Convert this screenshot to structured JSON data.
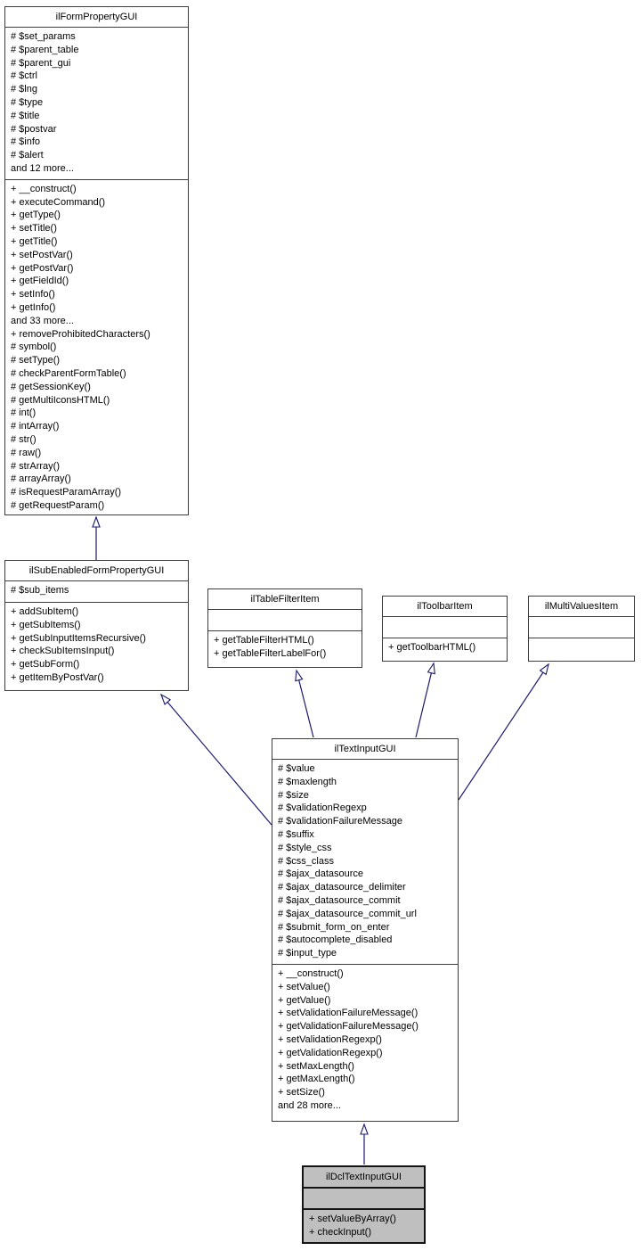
{
  "diagram": {
    "type": "uml-class-inheritance",
    "colors": {
      "edge": "#191970",
      "box_fill": "#ffffff",
      "box_border": "#3c3c3c",
      "highlighted_fill": "#bfbfbf",
      "text": "#000000"
    },
    "classes": [
      {
        "name": "ilFormPropertyGUI",
        "highlighted": false,
        "attributes": [
          "# $set_params",
          "# $parent_table",
          "# $parent_gui",
          "# $ctrl",
          "# $lng",
          "# $type",
          "# $title",
          "# $postvar",
          "# $info",
          "# $alert",
          "and 12 more..."
        ],
        "methods": [
          "+ __construct()",
          "+ executeCommand()",
          "+ getType()",
          "+ setTitle()",
          "+ getTitle()",
          "+ setPostVar()",
          "+ getPostVar()",
          "+ getFieldId()",
          "+ setInfo()",
          "+ getInfo()",
          "and 33 more...",
          "+ removeProhibitedCharacters()",
          "# symbol()",
          "# setType()",
          "# checkParentFormTable()",
          "# getSessionKey()",
          "# getMultiIconsHTML()",
          "# int()",
          "# intArray()",
          "# str()",
          "# raw()",
          "# strArray()",
          "# arrayArray()",
          "# isRequestParamArray()",
          "# getRequestParam()"
        ]
      },
      {
        "name": "ilSubEnabledFormPropertyGUI",
        "highlighted": false,
        "attributes": [
          "# $sub_items"
        ],
        "methods": [
          "+ addSubItem()",
          "+ getSubItems()",
          "+ getSubInputItemsRecursive()",
          "+ checkSubItemsInput()",
          "+ getSubForm()",
          "+ getItemByPostVar()"
        ]
      },
      {
        "name": "ilTableFilterItem",
        "highlighted": false,
        "attributes": [],
        "methods": [
          "+ getTableFilterHTML()",
          "+ getTableFilterLabelFor()"
        ]
      },
      {
        "name": "ilToolbarItem",
        "highlighted": false,
        "attributes": [],
        "methods": [
          "+ getToolbarHTML()"
        ]
      },
      {
        "name": "ilMultiValuesItem",
        "highlighted": false,
        "attributes": [],
        "methods": []
      },
      {
        "name": "ilTextInputGUI",
        "highlighted": false,
        "attributes": [
          "# $value",
          "# $maxlength",
          "# $size",
          "# $validationRegexp",
          "# $validationFailureMessage",
          "# $suffix",
          "# $style_css",
          "# $css_class",
          "# $ajax_datasource",
          "# $ajax_datasource_delimiter",
          "# $ajax_datasource_commit",
          "# $ajax_datasource_commit_url",
          "# $submit_form_on_enter",
          "# $autocomplete_disabled",
          "# $input_type"
        ],
        "methods": [
          "+ __construct()",
          "+ setValue()",
          "+ getValue()",
          "+ setValidationFailureMessage()",
          "+ getValidationFailureMessage()",
          "+ setValidationRegexp()",
          "+ getValidationRegexp()",
          "+ setMaxLength()",
          "+ getMaxLength()",
          "+ setSize()",
          "and 28 more..."
        ]
      },
      {
        "name": "ilDclTextInputGUI",
        "highlighted": true,
        "attributes": [],
        "methods": [
          "+ setValueByArray()",
          "+ checkInput()"
        ]
      }
    ],
    "edges": [
      {
        "from": "ilSubEnabledFormPropertyGUI",
        "to": "ilFormPropertyGUI",
        "type": "public-inheritance"
      },
      {
        "from": "ilTextInputGUI",
        "to": "ilSubEnabledFormPropertyGUI",
        "type": "public-inheritance"
      },
      {
        "from": "ilTextInputGUI",
        "to": "ilTableFilterItem",
        "type": "public-inheritance"
      },
      {
        "from": "ilTextInputGUI",
        "to": "ilToolbarItem",
        "type": "public-inheritance"
      },
      {
        "from": "ilTextInputGUI",
        "to": "ilMultiValuesItem",
        "type": "public-inheritance"
      },
      {
        "from": "ilDclTextInputGUI",
        "to": "ilTextInputGUI",
        "type": "public-inheritance"
      }
    ]
  }
}
